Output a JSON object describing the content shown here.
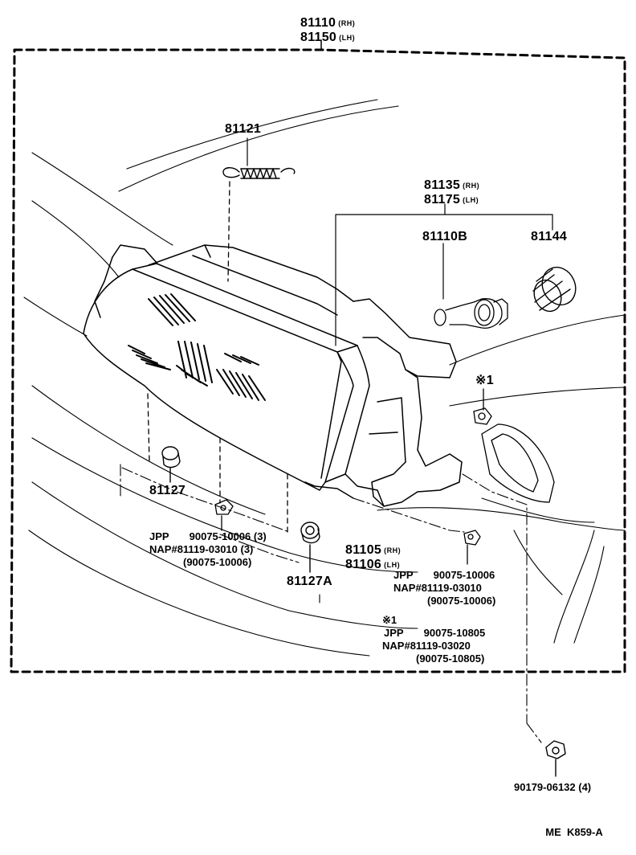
{
  "diagram": {
    "callouts": {
      "assembly": {
        "part_rh": "81110",
        "side_rh": "(RH)",
        "part_lh": "81150",
        "side_lh": "(LH)"
      },
      "spring": {
        "part": "81121"
      },
      "bulb_group": {
        "part_rh": "81135",
        "side_rh": "(RH)",
        "part_lh": "81175",
        "side_lh": "(LH)"
      },
      "bulb": {
        "part": "81110B"
      },
      "socket_cap": {
        "part": "81144"
      },
      "note_marker_a": {
        "text": "※1"
      },
      "lower_clip": {
        "part": "81127"
      },
      "grommet": {
        "part": "81127A"
      },
      "bracket": {
        "part_rh": "81105",
        "side_rh": "(RH)",
        "part_lh": "81106",
        "side_lh": "(LH)"
      },
      "screw_set_left": {
        "row1_code": "JPP",
        "row1_part": "90075-10006 (3)",
        "row2_code": "NAP#",
        "row2_part": "81119-03010 (3)",
        "row3_part": "(90075-10006)"
      },
      "screw_set_right": {
        "row1_code": "JPP",
        "row1_part": "90075-10006",
        "row2_code": "NAP#",
        "row2_part": "81119-03010",
        "row3_part": "(90075-10006)"
      },
      "screw_set_note": {
        "marker": "※1",
        "row1_code": "JPP",
        "row1_part": "90075-10805",
        "row2_code": "NAP#",
        "row2_part": "81119-03020",
        "row3_part": "(90075-10805)"
      },
      "nut": {
        "part": "90179-06132 (4)"
      }
    },
    "reference": "ME  K859-A"
  }
}
